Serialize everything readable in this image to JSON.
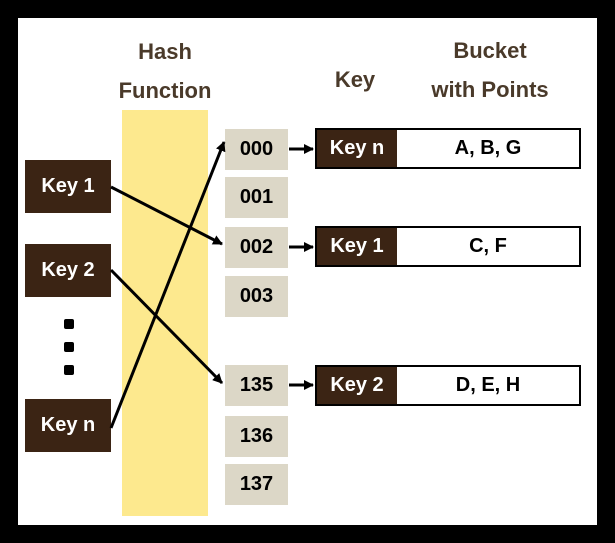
{
  "headers": {
    "hash_line1": "Hash",
    "hash_line2": "Function",
    "key": "Key",
    "bucket_line1": "Bucket",
    "bucket_line2": "with Points"
  },
  "input_keys": [
    "Key 1",
    "Key 2",
    "Key n"
  ],
  "slots": [
    "000",
    "001",
    "002",
    "003",
    "135",
    "136",
    "137"
  ],
  "buckets": [
    {
      "key": "Key n",
      "points": "A, B, G"
    },
    {
      "key": "Key 1",
      "points": "C, F"
    },
    {
      "key": "Key 2",
      "points": "D, E, H"
    }
  ],
  "colors": {
    "key_fill": "#3b2414",
    "hash_band": "#fde98e",
    "slot_fill": "#dcd7c7",
    "header_text": "#4a3a2a",
    "frame": "#000000"
  }
}
